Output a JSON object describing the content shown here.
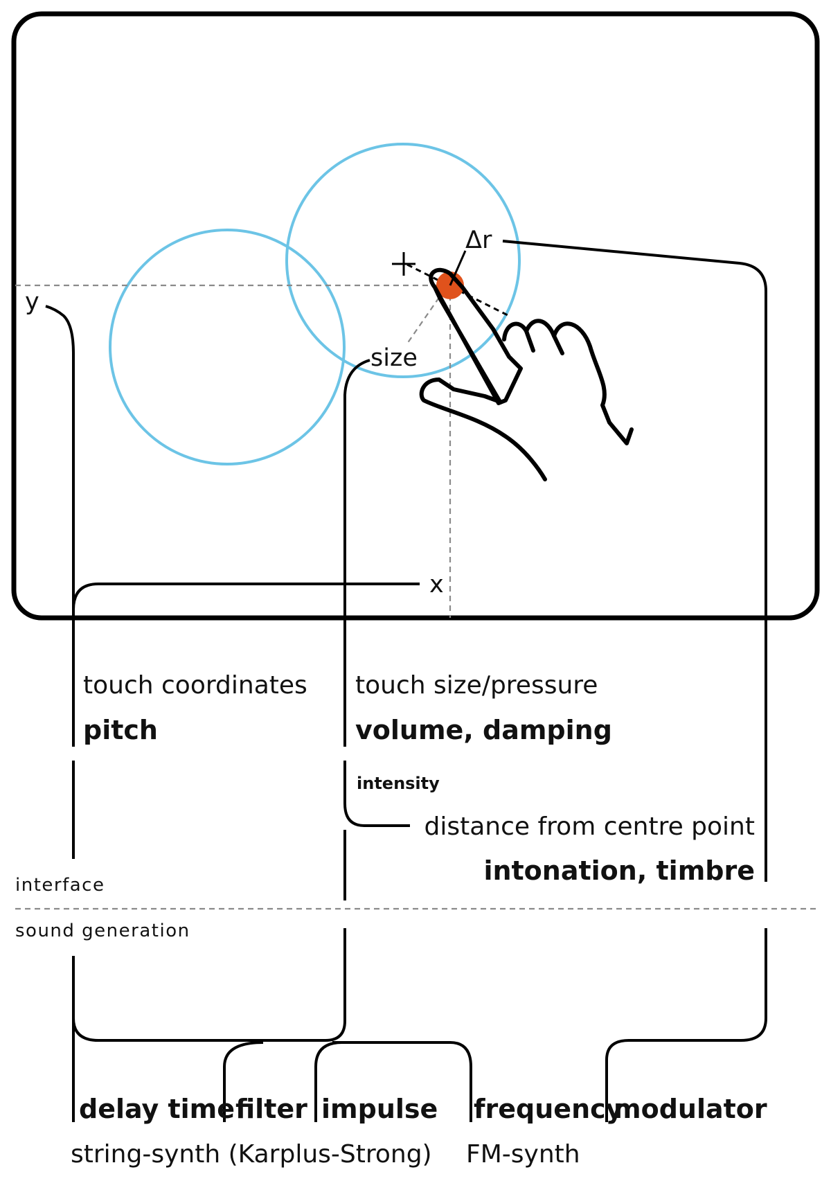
{
  "screen_labels": {
    "y_axis": "y",
    "x_axis": "x",
    "size": "size",
    "delta_r": "Δr"
  },
  "interface": {
    "section_label": "interface",
    "touch_coordinates": {
      "input": "touch coordinates",
      "param": "pitch"
    },
    "touch_size": {
      "input": "touch size/pressure",
      "param": "volume, damping",
      "sub": "intensity"
    },
    "distance": {
      "input": "distance from centre point",
      "param": "intonation, timbre"
    }
  },
  "sound_generation": {
    "section_label": "sound generation",
    "params": [
      "delay time",
      "filter",
      "impulse",
      "frequency",
      "modulator"
    ],
    "string_synth": "string-synth (Karplus-Strong)",
    "fm_synth": "FM-synth"
  },
  "colors": {
    "circle": "#6cc4e6",
    "touch_point": "#e0521c",
    "line": "#000000",
    "guide": "#8a8a8a"
  }
}
